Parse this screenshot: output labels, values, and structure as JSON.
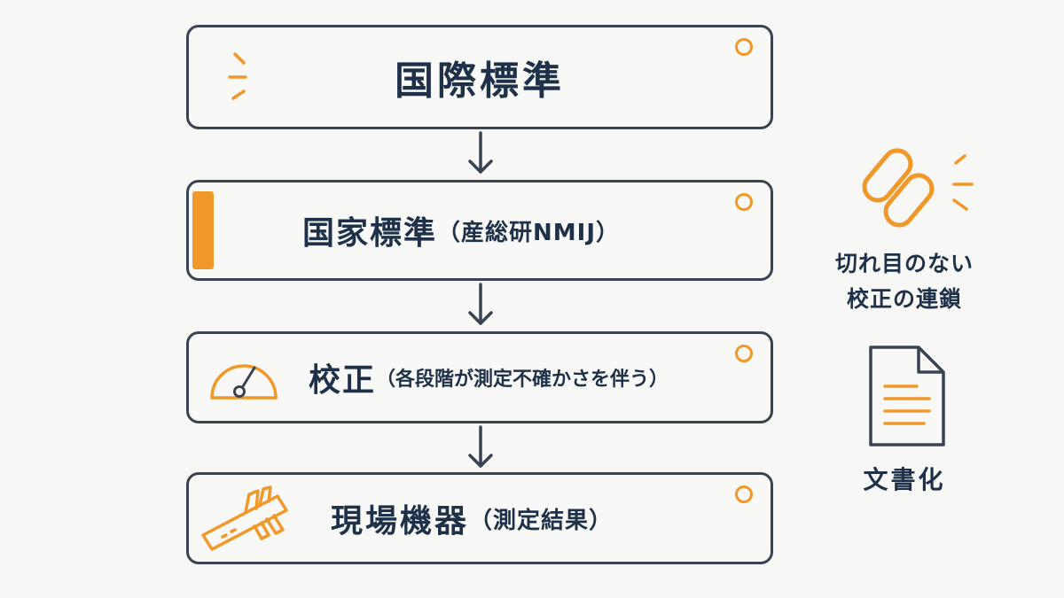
{
  "colors": {
    "accent": "#f0982a",
    "stroke": "#3a4450",
    "text": "#1f3049",
    "background": "#f7f7f5"
  },
  "steps": [
    {
      "title": "国際標準",
      "icon": "sparkle-icon"
    },
    {
      "title": "国家標準",
      "subtitle": "（産総研NMIJ）",
      "icon": "accent-bar"
    },
    {
      "title": "校正",
      "subtitle": "（各段階が測定不確かさを伴う）",
      "icon": "gauge-icon"
    },
    {
      "title": "現場機器",
      "subtitle": "（測定結果）",
      "icon": "caliper-icon"
    }
  ],
  "side": {
    "chain": {
      "line1": "切れ目のない",
      "line2": "校正の連鎖",
      "icon": "chain-link-icon"
    },
    "document": {
      "label": "文書化",
      "icon": "document-icon"
    }
  }
}
